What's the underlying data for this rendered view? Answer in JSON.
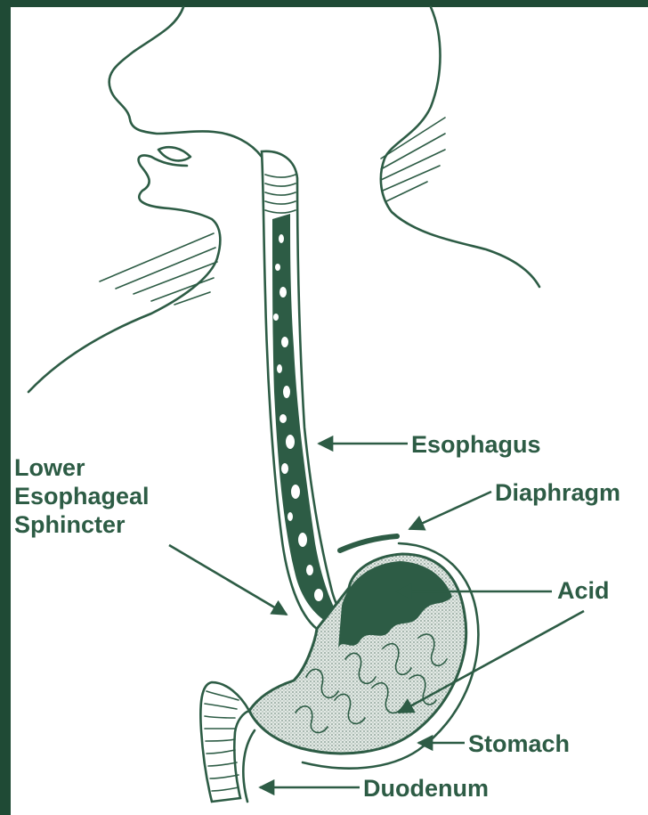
{
  "labels": {
    "lower_esophageal_sphincter": [
      "Lower",
      "Esophageal",
      "Sphincter"
    ],
    "esophagus": "Esophagus",
    "diaphragm": "Diaphragm",
    "acid": "Acid",
    "stomach": "Stomach",
    "duodenum": "Duodenum"
  },
  "colors": {
    "ink": "#2d5c45",
    "frame": "#1f4a35",
    "paper": "#ffffff",
    "stomach_fill": "#d6ded9"
  }
}
